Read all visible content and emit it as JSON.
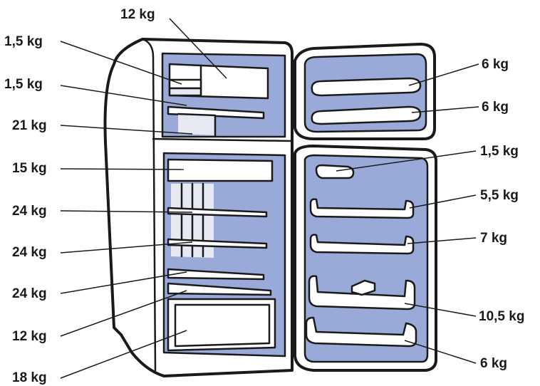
{
  "colors": {
    "interior": "#9aaad8",
    "outline": "#1a1a1a",
    "background": "#ffffff"
  },
  "labels": {
    "top_freezer_shelf": "12 kg",
    "freezer_left_upper": "1,5 kg",
    "freezer_left_lower": "1,5 kg",
    "freezer_shelf": "21 kg",
    "fridge_top_shelf": "15 kg",
    "fridge_shelf_1": "24 kg",
    "fridge_shelf_2": "24 kg",
    "fridge_shelf_3": "24 kg",
    "crisper_cover": "12 kg",
    "crisper": "18 kg",
    "freezer_door_upper": "6 kg",
    "freezer_door_lower": "6 kg",
    "door_egg_tray": "1,5 kg",
    "door_bin_1": "5,5 kg",
    "door_bin_2": "7 kg",
    "door_bin_3": "10,5 kg",
    "door_bin_4": "6 kg"
  }
}
